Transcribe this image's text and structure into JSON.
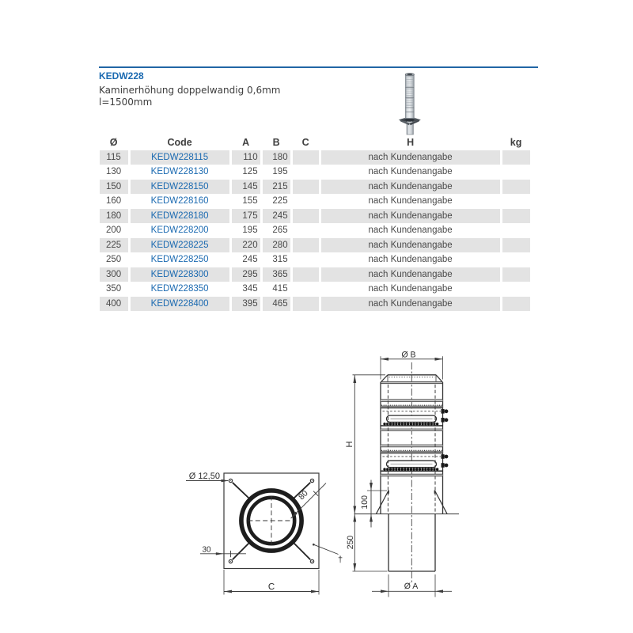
{
  "header": {
    "product_code": "KEDW228",
    "description_line1": "Kaminerhöhung doppelwandig 0,6mm",
    "description_line2": "l=1500mm",
    "accent_color": "#1b6ab1",
    "rule_color": "#2166a5"
  },
  "table": {
    "columns": [
      "Ø",
      "Code",
      "A",
      "B",
      "C",
      "H",
      "kg"
    ],
    "stripe_color": "#e3e3e3",
    "rows": [
      {
        "d": "115",
        "code": "KEDW228115",
        "a": "110",
        "b": "180",
        "c": "",
        "h": "nach Kundenangabe",
        "kg": ""
      },
      {
        "d": "130",
        "code": "KEDW228130",
        "a": "125",
        "b": "195",
        "c": "",
        "h": "nach Kundenangabe",
        "kg": ""
      },
      {
        "d": "150",
        "code": "KEDW228150",
        "a": "145",
        "b": "215",
        "c": "",
        "h": "nach Kundenangabe",
        "kg": ""
      },
      {
        "d": "160",
        "code": "KEDW228160",
        "a": "155",
        "b": "225",
        "c": "",
        "h": "nach Kundenangabe",
        "kg": ""
      },
      {
        "d": "180",
        "code": "KEDW228180",
        "a": "175",
        "b": "245",
        "c": "",
        "h": "nach Kundenangabe",
        "kg": ""
      },
      {
        "d": "200",
        "code": "KEDW228200",
        "a": "195",
        "b": "265",
        "c": "",
        "h": "nach Kundenangabe",
        "kg": ""
      },
      {
        "d": "225",
        "code": "KEDW228225",
        "a": "220",
        "b": "280",
        "c": "",
        "h": "nach Kundenangabe",
        "kg": ""
      },
      {
        "d": "250",
        "code": "KEDW228250",
        "a": "245",
        "b": "315",
        "c": "",
        "h": "nach Kundenangabe",
        "kg": ""
      },
      {
        "d": "300",
        "code": "KEDW228300",
        "a": "295",
        "b": "365",
        "c": "",
        "h": "nach Kundenangabe",
        "kg": ""
      },
      {
        "d": "350",
        "code": "KEDW228350",
        "a": "345",
        "b": "415",
        "c": "",
        "h": "nach Kundenangabe",
        "kg": ""
      },
      {
        "d": "400",
        "code": "KEDW228400",
        "a": "395",
        "b": "465",
        "c": "",
        "h": "nach Kundenangabe",
        "kg": ""
      }
    ]
  },
  "drawing": {
    "labels": {
      "dia_b": "Ø B",
      "h": "H",
      "dim_100": "100",
      "dim_250": "250",
      "dia_a": "Ø A",
      "c": "C",
      "dia_hole": "Ø 12,50",
      "dim_30": "30",
      "dim_80": "80",
      "footnote_mark": "†"
    }
  }
}
